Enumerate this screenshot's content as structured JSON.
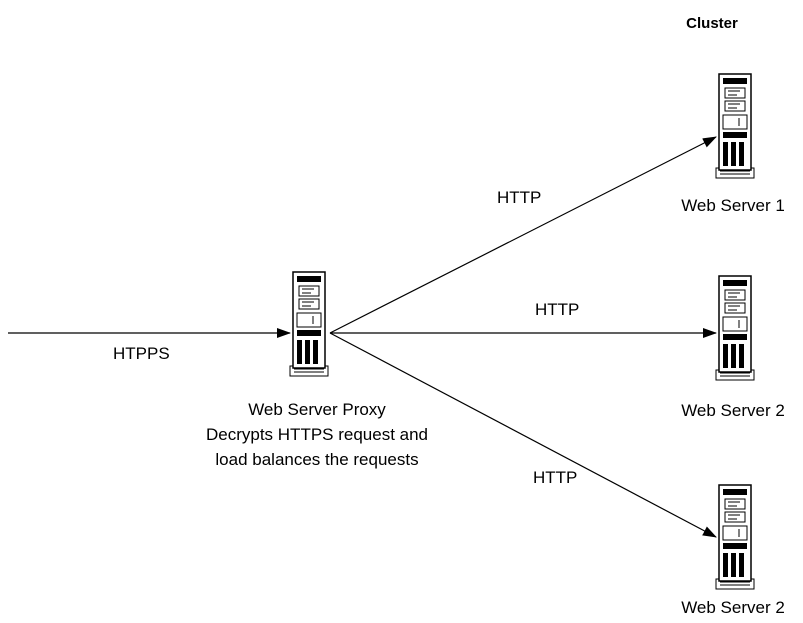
{
  "cluster_label": "Cluster",
  "incoming_protocol": "HTPPS",
  "proxy": {
    "title": "Web Server Proxy",
    "desc_line1": "Decrypts HTTPS request and",
    "desc_line2": "load balances the requests"
  },
  "servers": [
    {
      "label": "Web Server 1",
      "protocol": "HTTP"
    },
    {
      "label": "Web Server 2",
      "protocol": "HTTP"
    },
    {
      "label": "Web Server 2",
      "protocol": "HTTP"
    }
  ]
}
